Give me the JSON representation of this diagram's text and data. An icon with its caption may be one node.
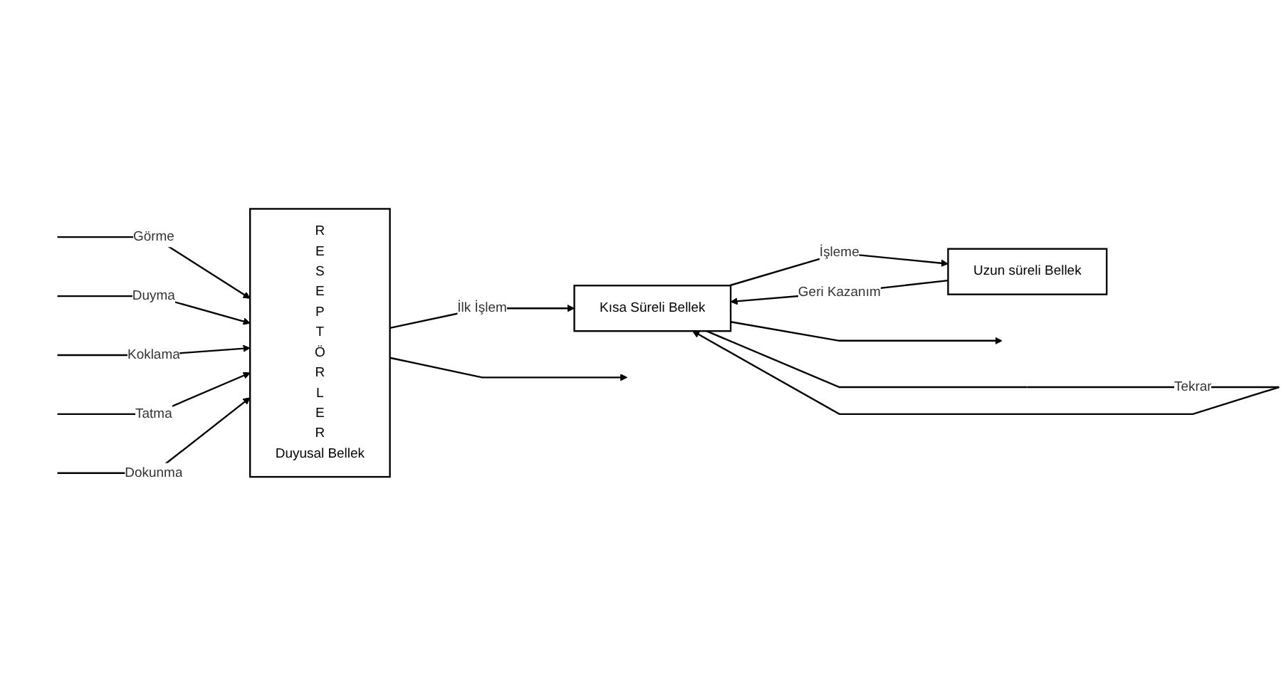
{
  "diagram": {
    "nodes": [
      {
        "text": [
          "RESEPTÖRLER",
          "Duyusal Bellek"
        ]
      },
      {
        "text": [
          "Kısa Süreli Bellek"
        ]
      },
      {
        "text": [
          "Uzun süreli Bellek"
        ]
      }
    ],
    "edges": [
      {
        "from": null,
        "to": 0,
        "arrow": "to",
        "label": "Görme"
      },
      {
        "from": null,
        "to": 0,
        "arrow": "to",
        "label": "Duyma"
      },
      {
        "from": null,
        "to": 0,
        "arrow": "to",
        "label": "Koklama"
      },
      {
        "from": null,
        "to": 0,
        "arrow": "to",
        "label": "Tatma"
      },
      {
        "from": null,
        "to": 0,
        "arrow": "to",
        "label": "Dokunma"
      },
      {
        "from": 0,
        "to": 1,
        "arrow": "to",
        "label": "İlk İşlem"
      },
      {
        "from": 1,
        "to": 1,
        "arrow": "to",
        "label": "Tekrar"
      },
      {
        "from": 1,
        "to": 2,
        "arrow": "to",
        "label": "İşleme"
      },
      {
        "from": 2,
        "to": 1,
        "arrow": "to",
        "label": "Geri Kazanım"
      },
      {
        "from": 0,
        "to": null,
        "arrow": "to"
      },
      {
        "from": 1,
        "to": null,
        "arrow": "to"
      }
    ]
  }
}
